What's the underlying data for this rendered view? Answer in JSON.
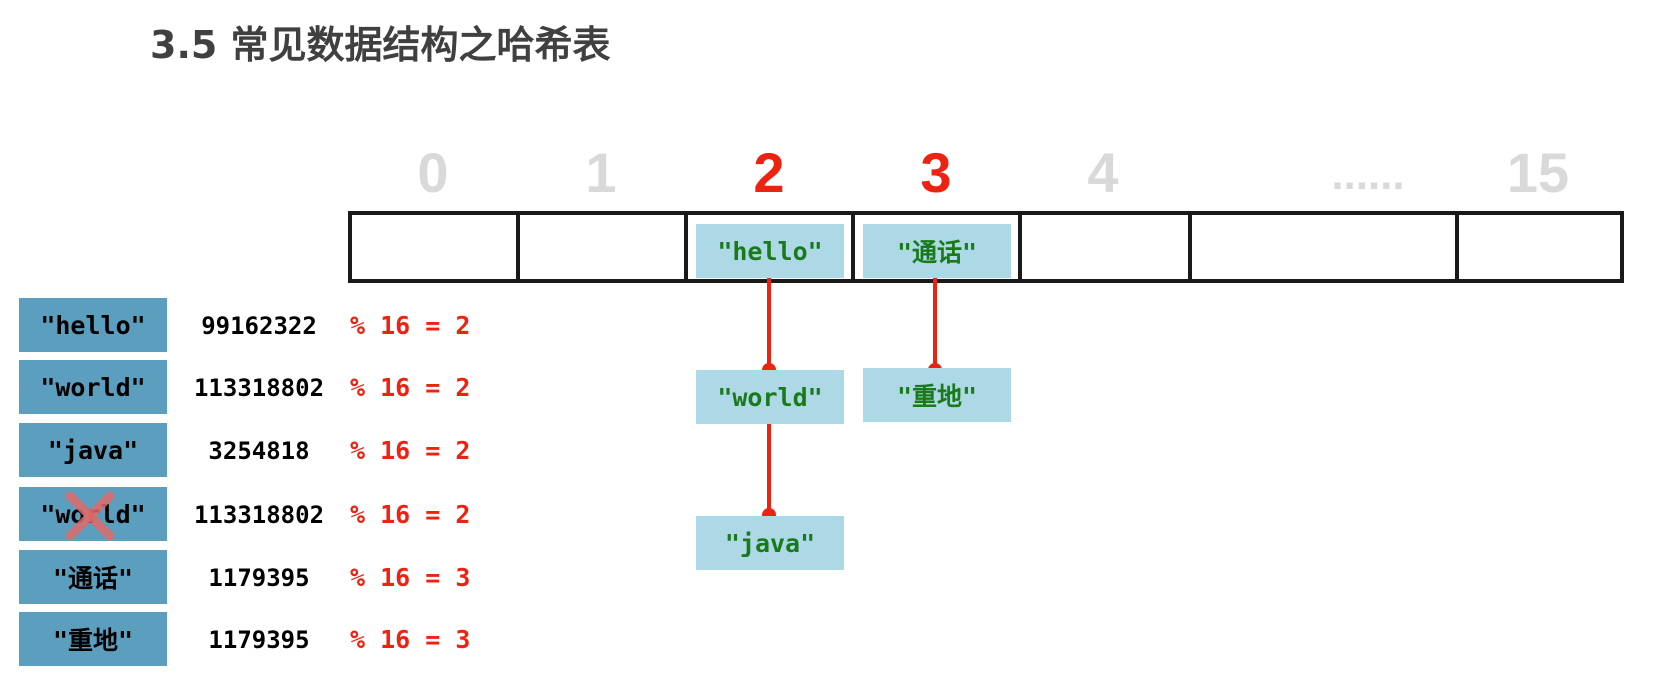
{
  "title": "3.5 常见数据结构之哈希表",
  "indices": [
    {
      "label": "0",
      "active": false
    },
    {
      "label": "1",
      "active": false
    },
    {
      "label": "2",
      "active": true
    },
    {
      "label": "3",
      "active": true
    },
    {
      "label": "4",
      "active": false
    },
    {
      "label": "......",
      "active": false
    },
    {
      "label": "15",
      "active": false
    }
  ],
  "buckets": {
    "b2": "\"hello\"",
    "b3": "\"通话\""
  },
  "chains": {
    "b2_1": "\"world\"",
    "b2_2": "\"java\"",
    "b3_1": "\"重地\""
  },
  "rows": [
    {
      "key": "\"hello\"",
      "hash": "99162322",
      "mod": "% 16 = 2"
    },
    {
      "key": "\"world\"",
      "hash": "113318802",
      "mod": "% 16 = 2"
    },
    {
      "key": "\"java\"",
      "hash": "3254818",
      "mod": "% 16 = 2"
    },
    {
      "key": "\"world\"",
      "hash": "113318802",
      "mod": "% 16 = 2",
      "rejected": true
    },
    {
      "key": "\"通话\"",
      "hash": "1179395",
      "mod": "% 16 = 3"
    },
    {
      "key": "\"重地\"",
      "hash": "1179395",
      "mod": "% 16 = 3"
    }
  ],
  "colors": {
    "accent_red": "#ee2211",
    "node_fill": "#add8e6",
    "key_fill": "#5b9ebd",
    "node_text": "#1a7a1a",
    "index_inactive": "#d9d9d9"
  }
}
